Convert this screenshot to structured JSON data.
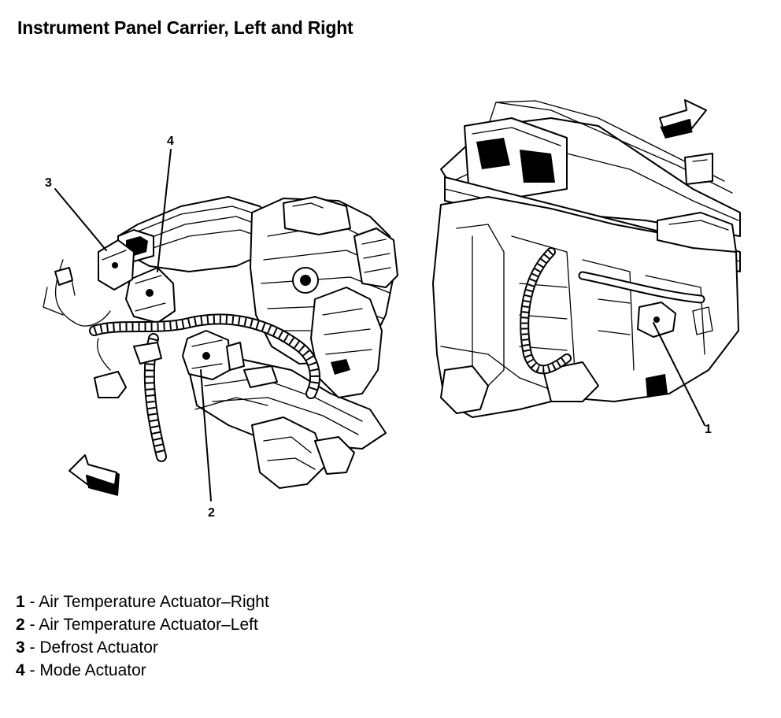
{
  "title": "Instrument Panel Carrier, Left and Right",
  "callouts": [
    {
      "id": "1",
      "label": "1"
    },
    {
      "id": "2",
      "label": "2"
    },
    {
      "id": "3",
      "label": "3"
    },
    {
      "id": "4",
      "label": "4"
    }
  ],
  "legend": [
    {
      "num": "1",
      "sep": " - ",
      "text": "Air Temperature Actuator–Right"
    },
    {
      "num": "2",
      "sep": " - ",
      "text": "Air Temperature Actuator–Left"
    },
    {
      "num": "3",
      "sep": " - ",
      "text": "Defrost Actuator"
    },
    {
      "num": "4",
      "sep": " - ",
      "text": "Mode Actuator"
    }
  ],
  "icons": [
    "forward-arrow-icon",
    "rearward-arrow-icon"
  ]
}
